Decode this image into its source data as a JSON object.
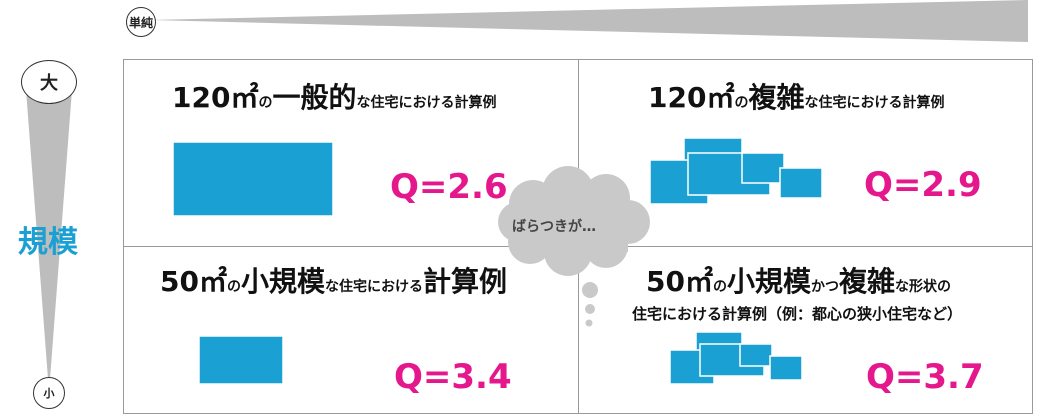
{
  "axis_top": {
    "label": "単純"
  },
  "axis_left": {
    "top_label": "大",
    "middle_label": "規模",
    "bottom_label": "小"
  },
  "quadrants": {
    "top_left": {
      "title_number": "120㎡",
      "title_particle": "の",
      "title_emph": "一般的",
      "title_rest": "な住宅における計算例",
      "q": "Q=2.6"
    },
    "top_right": {
      "title_number": "120㎡",
      "title_particle": "の",
      "title_emph": "複雑",
      "title_rest": "な住宅における計算例",
      "q": "Q=2.9"
    },
    "bottom_left": {
      "title_number": "50㎡",
      "title_particle": "の",
      "title_emph": "小規模",
      "title_rest": "な住宅における",
      "title_tail": "計算例",
      "q": "Q=3.4"
    },
    "bottom_right": {
      "title_number": "50㎡",
      "title_particle": "の",
      "title_emph": "小規模",
      "title_mid": "かつ",
      "title_emph2": "複雑",
      "title_rest": "な形状の",
      "subtitle": "住宅における計算例（例：都心の狭小住宅など）",
      "q": "Q=3.7"
    }
  },
  "cloud": {
    "text": "ばらつきが…"
  },
  "colors": {
    "shape_fill": "#1aa0d3",
    "q_value": "#e5178c",
    "axis_label": "#1aa0d3",
    "wedge": "#bdbdbd"
  }
}
